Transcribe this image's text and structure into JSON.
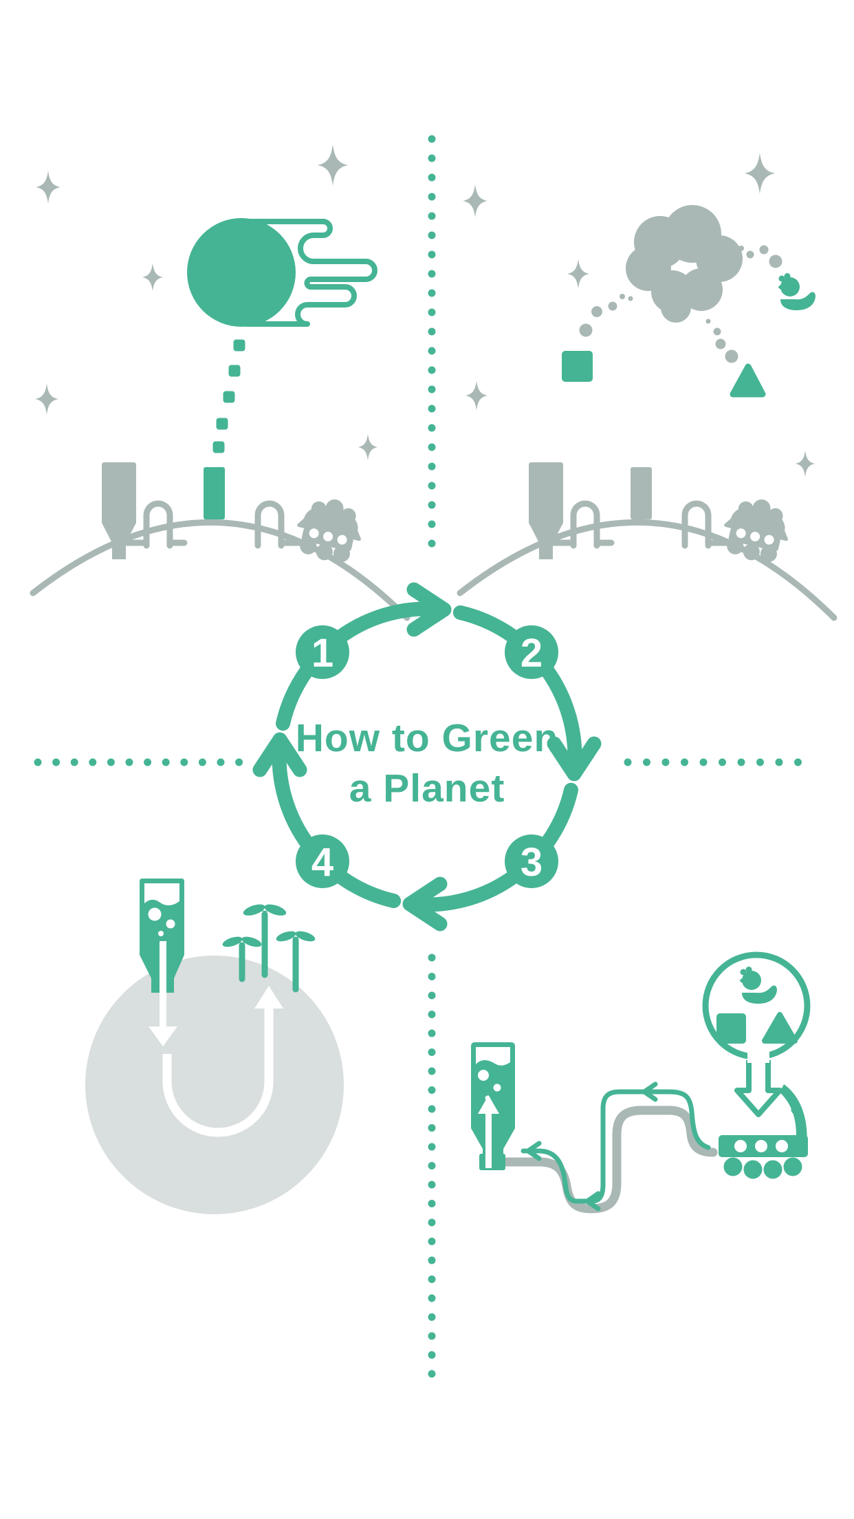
{
  "title": {
    "line1": "How to Green",
    "line2": "a Planet"
  },
  "cycle": {
    "direction": "clockwise",
    "steps": [
      {
        "number": "1"
      },
      {
        "number": "2"
      },
      {
        "number": "3"
      },
      {
        "number": "4"
      }
    ]
  },
  "colors": {
    "teal": "#45b494",
    "gray": "#a9b8b5",
    "soil_gray": "#d9dfde",
    "background": "#ffffff"
  },
  "icons": [
    "comet-icon",
    "sparkle-icon",
    "chimney-icon",
    "storage-tank-icon",
    "pipe-loop-icon",
    "rover-icon",
    "cloud-icon",
    "toy-duck-icon",
    "block-square-icon",
    "block-triangle-icon",
    "flask-icon",
    "sprout-icon",
    "u-turn-arrow-icon",
    "down-arrow-icon",
    "up-arrow-icon",
    "speech-bubble-icon",
    "flow-arrow-icon"
  ]
}
